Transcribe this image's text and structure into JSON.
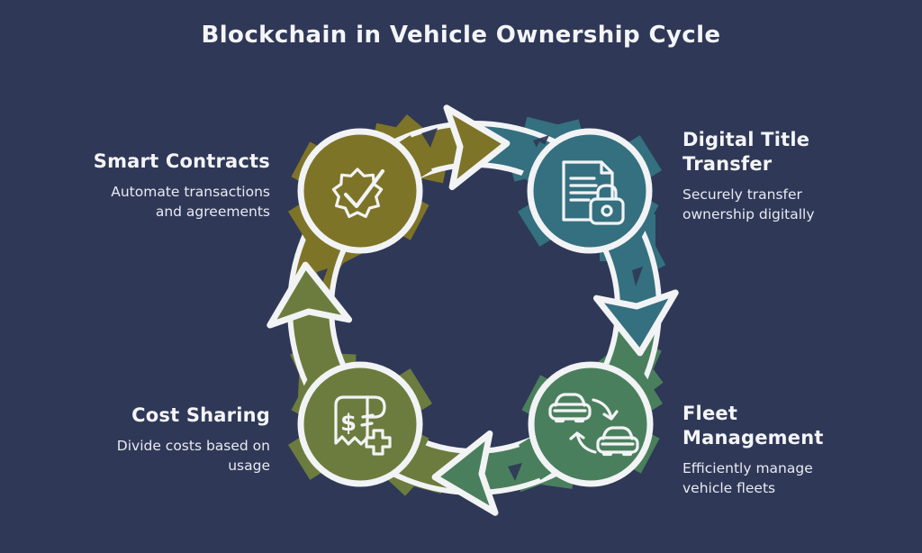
{
  "title": "Blockchain in Vehicle Ownership Cycle",
  "colors": {
    "background": "#2F3857",
    "ring": "#F2F3F5",
    "text": "#F2F3F5"
  },
  "cycle": {
    "direction": "clockwise",
    "arrow_count": 4
  },
  "nodes": [
    {
      "label": "Smart Contracts",
      "description": "Automate transactions and agreements",
      "color": "#7E7428",
      "icon": "gear-check-icon"
    },
    {
      "label": "Digital Title Transfer",
      "description": "Securely transfer ownership digitally",
      "color": "#34707F",
      "icon": "document-lock-icon"
    },
    {
      "label": "Fleet Management",
      "description": "Efficiently manage vehicle fleets",
      "color": "#4A7F5D",
      "icon": "car-swap-icon"
    },
    {
      "label": "Cost Sharing",
      "description": "Divide costs based on usage",
      "color": "#6C7C3E",
      "icon": "receipt-plus-icon"
    }
  ],
  "icons": {
    "receipt_symbol": "$"
  }
}
